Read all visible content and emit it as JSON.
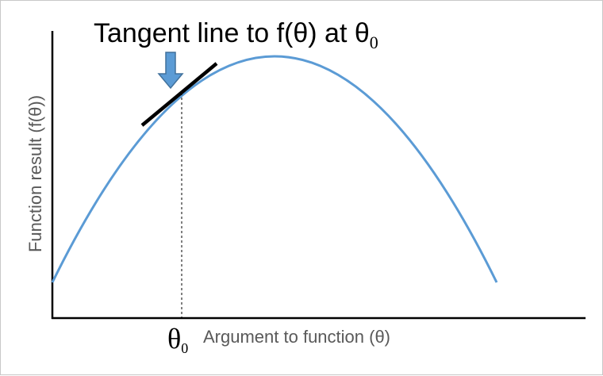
{
  "title": {
    "text": "Tangent line to f(θ) at θ",
    "subscript": "0"
  },
  "x_axis": {
    "label": "Argument to function (θ)"
  },
  "y_axis": {
    "label": "Function result (f(θ))"
  },
  "marker": {
    "symbol": "θ",
    "subscript": "0"
  },
  "colors": {
    "curve": "#5b9bd5",
    "arrow_fill": "#5b9bd5",
    "arrow_stroke": "#41719c",
    "tangent": "#000000",
    "axes": "#000000",
    "axis_label": "#595959"
  }
}
